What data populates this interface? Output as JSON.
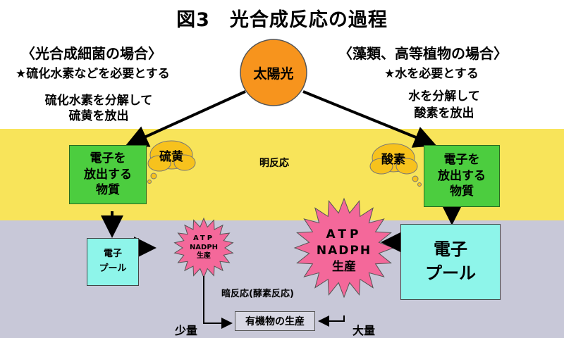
{
  "title": "図3　光合成反応の過程",
  "left": {
    "heading": "〈光合成細菌の場合〉",
    "need": "★硫化水素などを必要とする",
    "desc_line1": "硫化水素を分解して",
    "desc_line2": "硫黄を放出"
  },
  "right": {
    "heading": "〈藻類、高等植物の場合〉",
    "need": "★水を必要とする",
    "desc_line1": "水を分解して",
    "desc_line2": "酸素を放出"
  },
  "sun": "太陽光",
  "light_reaction": "明反応",
  "dark_reaction": "暗反応(酵素反応)",
  "left_cloud": "硫黄",
  "right_cloud": "酸素",
  "electron_source_left": [
    "電子を",
    "放出する",
    "物質"
  ],
  "electron_source_right": [
    "電子を",
    "放出する",
    "物質"
  ],
  "pool_small": [
    "電子",
    "プール"
  ],
  "pool_large": [
    "電子",
    "プール"
  ],
  "burst_small": [
    "ATP",
    "NADPH",
    "生産"
  ],
  "burst_large": [
    "ATP",
    "NADPH",
    "生産"
  ],
  "product": "有機物の生産",
  "amount_small": "少量",
  "amount_large": "大量",
  "colors": {
    "band_yellow": "#f8e45a",
    "band_gray": "#c8c8d8",
    "sun": "#f7941d",
    "green": "#4ccd3f",
    "pool": "#8ef5ea",
    "burst": "#f4689a",
    "cloud": "#f7c21d"
  }
}
